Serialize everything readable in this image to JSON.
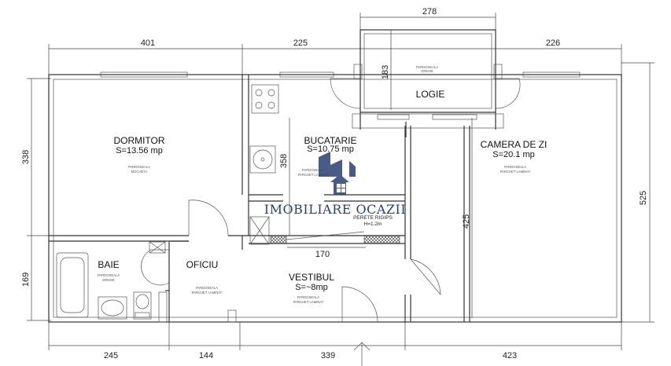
{
  "dimensions": {
    "top": [
      "401",
      "225",
      "278",
      "226"
    ],
    "bottom": [
      "245",
      "144",
      "339",
      "423"
    ],
    "left": [
      "338",
      "169"
    ],
    "right": "525",
    "interior": {
      "logie_depth": "183",
      "kitchen_height": "358",
      "hall_width": "170",
      "living_height": "425"
    }
  },
  "rooms": {
    "dormitor": {
      "name": "DORMITOR",
      "area": "S=13.56 mp",
      "floor_1": "PARDOSEALA",
      "floor_2": "MOCHETA"
    },
    "bucatarie": {
      "name": "BUCATARIE",
      "area": "S=10.75 mp",
      "floor_1": "PARDOSEALA",
      "floor_2": "PARCHET LAMINAT"
    },
    "logie": {
      "name": "LOGIE",
      "floor_1": "PARDOSEALA",
      "floor_2": "GRESIE"
    },
    "camera": {
      "name": "CAMERA DE ZI",
      "area": "S=20.1 mp",
      "floor_1": "PARDOSEALA",
      "floor_2": "PARCHET LAMINAT"
    },
    "baie": {
      "name": "BAIE",
      "floor_1": "PARDOSEALA",
      "floor_2": "GRESIE"
    },
    "oficiu": {
      "name": "OFICIU",
      "floor_1": "PARDOSEALA",
      "floor_2": "PARCHET LAMINAT"
    },
    "vestibul": {
      "name": "VESTIBUL",
      "area": "S=~8mp",
      "floor_1": "PARDOSEALA",
      "floor_2": "PARCHET LAMINAT"
    }
  },
  "notes": {
    "partition_1": "PERETE RIGIPS",
    "partition_2": "H=1.2m"
  },
  "watermark": {
    "text": "IMOBILIARE OCAZII",
    "icon": "house-logo-icon",
    "color": "#2a3f73"
  }
}
